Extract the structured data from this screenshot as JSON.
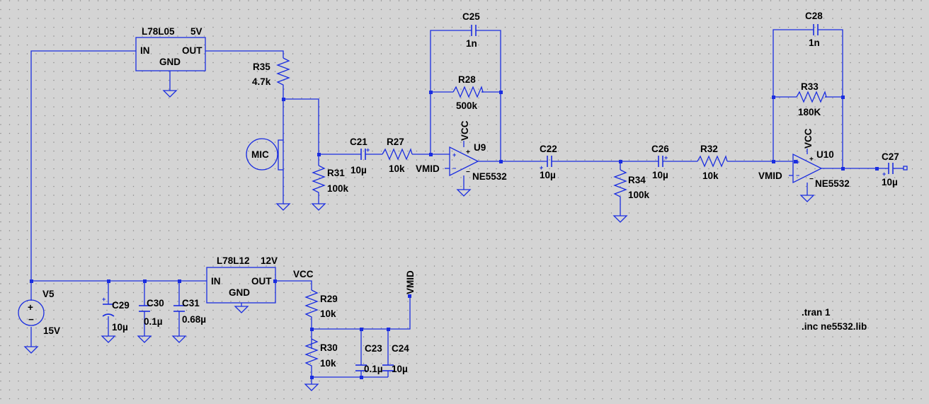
{
  "components": {
    "reg1": {
      "part": "L78L05",
      "rating": "5V",
      "in": "IN",
      "out": "OUT",
      "gnd": "GND"
    },
    "reg2": {
      "part": "L78L12",
      "rating": "12V",
      "in": "IN",
      "out": "OUT",
      "gnd": "GND"
    },
    "r35": {
      "name": "R35",
      "value": "4.7k"
    },
    "mic": {
      "name": "MIC"
    },
    "r31": {
      "name": "R31",
      "value": "100k"
    },
    "c21": {
      "name": "C21",
      "value": "10µ"
    },
    "r27": {
      "name": "R27",
      "value": "10k"
    },
    "c25": {
      "name": "C25",
      "value": "1n"
    },
    "r28": {
      "name": "R28",
      "value": "500k"
    },
    "u9": {
      "name": "U9",
      "part": "NE5532",
      "vcc": "VCC",
      "vmid": "VMID"
    },
    "c22": {
      "name": "C22",
      "value": "10µ"
    },
    "r34": {
      "name": "R34",
      "value": "100k"
    },
    "c26": {
      "name": "C26",
      "value": "10µ"
    },
    "r32": {
      "name": "R32",
      "value": "10k"
    },
    "c28": {
      "name": "C28",
      "value": "1n"
    },
    "r33": {
      "name": "R33",
      "value": "180K"
    },
    "u10": {
      "name": "U10",
      "part": "NE5532",
      "vcc": "VCC",
      "vmid": "VMID"
    },
    "c27": {
      "name": "C27",
      "value": "10µ"
    },
    "v5": {
      "name": "V5",
      "value": "15V"
    },
    "c29": {
      "name": "C29",
      "value": "10µ"
    },
    "c30": {
      "name": "C30",
      "value": "0.1µ"
    },
    "c31": {
      "name": "C31",
      "value": "0.68µ"
    },
    "r29": {
      "name": "R29",
      "value": "10k"
    },
    "r30": {
      "name": "R30",
      "value": "10k"
    },
    "c23": {
      "name": "C23",
      "value": "0.1µ"
    },
    "c24": {
      "name": "C24",
      "value": "10µ"
    }
  },
  "nets": {
    "vcc": "VCC",
    "vmid": "VMID"
  },
  "directives": [
    ".tran 1",
    ".inc ne5532.lib"
  ],
  "symbols": {
    "plus": "+",
    "minus": "−"
  },
  "colors": {
    "background": "#d4d4d4",
    "wire": "#1a2de0",
    "text": "#000000"
  }
}
